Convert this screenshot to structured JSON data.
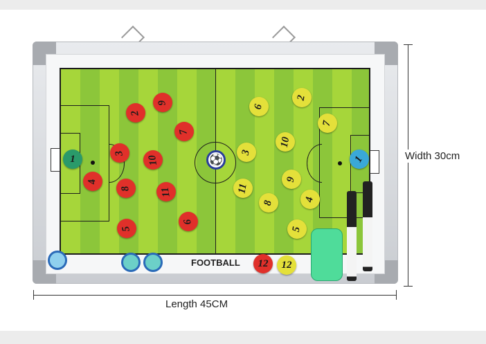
{
  "board_label": "FOOTBALL",
  "width_label": "Width 30cm",
  "length_label": "Length 45CM",
  "colors": {
    "red": "#e0302a",
    "yellow": "#e4e03a",
    "green": "#2a9a6a",
    "blue": "#3aa8d8"
  },
  "red_team": [
    "2",
    "9",
    "7",
    "3",
    "10",
    "1",
    "4",
    "8",
    "11",
    "6",
    "5"
  ],
  "yellow_team": [
    "6",
    "2",
    "7",
    "10",
    "3",
    "9",
    "11",
    "8",
    "4",
    "5",
    "1"
  ],
  "spare": [
    "12",
    "12"
  ]
}
